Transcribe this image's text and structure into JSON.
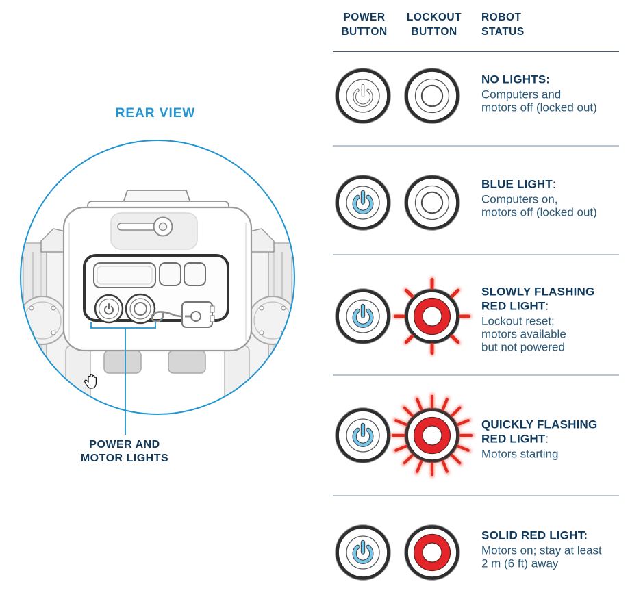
{
  "colors": {
    "accent_blue": "#2095d2",
    "navy": "#11395c",
    "body_text": "#2a5878",
    "red_light": "#e4262b",
    "power_icon_blue": "#77c8eb",
    "divider": "#b7c5d4"
  },
  "left": {
    "view_label": "REAR VIEW",
    "callout_label": "POWER AND\nMOTOR LIGHTS"
  },
  "table": {
    "headers": {
      "power": "POWER\nBUTTON",
      "lockout": "LOCKOUT\nBUTTON",
      "robot": "ROBOT\nSTATUS"
    },
    "rows": [
      {
        "power_light": "off",
        "lockout_light": "off",
        "title": "NO LIGHTS:",
        "suffix": "",
        "body": "Computers and\nmotors off (locked out)"
      },
      {
        "power_light": "blue",
        "lockout_light": "off",
        "title": "BLUE LIGHT",
        "suffix": ":",
        "body": "Computers on,\nmotors off (locked out)"
      },
      {
        "power_light": "blue",
        "lockout_light": "red-slow",
        "title": "SLOWLY FLASHING\nRED LIGHT",
        "suffix": ":",
        "body": "Lockout reset;\nmotors available\nbut not powered"
      },
      {
        "power_light": "blue",
        "lockout_light": "red-fast",
        "title": "QUICKLY FLASHING\nRED LIGHT",
        "suffix": ":",
        "body": "Motors starting"
      },
      {
        "power_light": "blue",
        "lockout_light": "red-solid",
        "title": "SOLID RED LIGHT:",
        "suffix": "",
        "body": "Motors on; stay at least\n2 m (6 ft) away"
      }
    ]
  }
}
